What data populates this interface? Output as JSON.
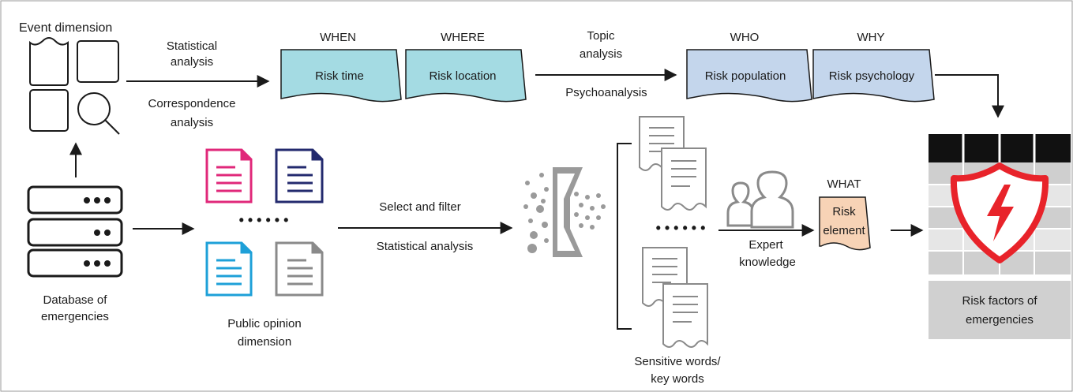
{
  "event": {
    "title": "Event dimension",
    "stat_line1": "Statistical",
    "stat_line2": "analysis",
    "corr_line1": "Correspondence",
    "corr_line2": "analysis"
  },
  "database": {
    "label_line1": "Database of",
    "label_line2": "emergencies"
  },
  "public_opinion": {
    "label_line1": "Public opinion",
    "label_line2": "dimension",
    "dots": "• • • • • •"
  },
  "filter": {
    "label1": "Select and filter",
    "label2": "Statistical analysis"
  },
  "boxes": {
    "when_tag": "WHEN",
    "when_label": "Risk time",
    "where_tag": "WHERE",
    "where_label": "Risk location",
    "who_tag": "WHO",
    "who_label": "Risk population",
    "why_tag": "WHY",
    "why_label": "Risk psychology",
    "what_tag": "WHAT",
    "what_line1": "Risk",
    "what_line2": "element"
  },
  "topic": {
    "line1": "Topic",
    "line2": "analysis",
    "psycho": "Psychoanalysis"
  },
  "sensitive": {
    "line1": "Sensitive words/",
    "line2": "key words",
    "dots": "• • • • • •"
  },
  "expert": {
    "line1": "Expert",
    "line2": "knowledge"
  },
  "result": {
    "line1": "Risk factors of",
    "line2": "emergencies"
  },
  "colors": {
    "teal": "#a4dbe3",
    "blue": "#c4d6ec",
    "orange": "#f7d3b6",
    "magenta": "#e0287a",
    "navy": "#232a6e",
    "cyan": "#1ea0d8",
    "gray": "#8a8a8a",
    "red": "#e8232a"
  }
}
